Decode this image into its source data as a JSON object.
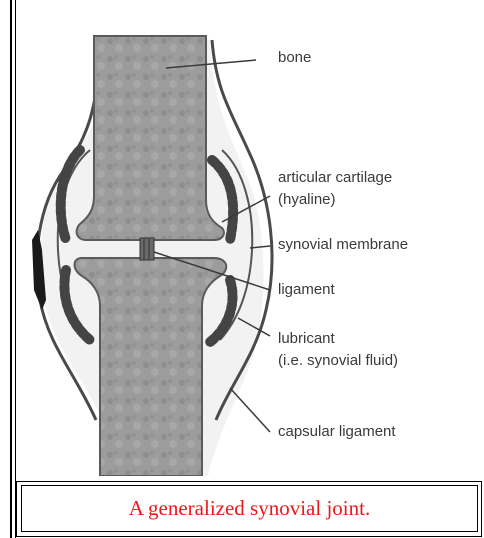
{
  "labels": {
    "bone": "bone",
    "articular_cartilage_line1": "articular cartilage",
    "articular_cartilage_line2": "(hyaline)",
    "synovial_membrane": "synovial membrane",
    "ligament": "ligament",
    "lubricant_line1": "lubricant",
    "lubricant_line2": "(i.e. synovial fluid)",
    "capsular_ligament": "capsular ligament"
  },
  "caption": "A generalized synovial joint.",
  "colors": {
    "bone_fill": "#9a9a9a",
    "outline": "#4a4a4a",
    "label_text": "#3a3a3a",
    "caption_text": "#e8191a",
    "frame_lines": "#000000"
  }
}
